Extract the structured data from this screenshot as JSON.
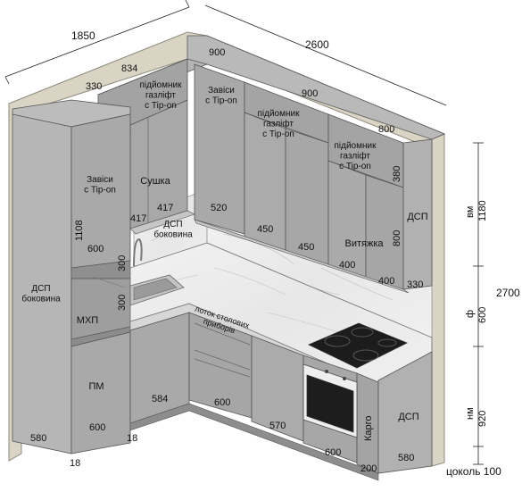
{
  "dimensions": {
    "left_wall": "1850",
    "right_wall": "2600",
    "total_height": "2700",
    "upper_height": "1180",
    "upper_note": "вм",
    "gap_height": "600",
    "gap_note": "ф",
    "lower_height": "920",
    "lower_note": "нм",
    "plinth": "цоколь 100"
  },
  "tall_unit": {
    "width": "580",
    "depth_top": "330",
    "door_height": "1108",
    "hinges": "Завіси\nс Tip-on",
    "side": "ДСП\nбоковина",
    "shelf": "600",
    "oven_niche": "МХП",
    "fridge": "ПМ",
    "fridge_w": "600",
    "panel_thickness_left": "18",
    "panel_thickness_right": "18"
  },
  "upper_left": {
    "width": "834",
    "lift": "підйомник\nгазліфт\nс Tip-on",
    "dryer": "Сушка",
    "door_left": "417",
    "door_right": "417",
    "side_panel": "ДСП\nбоковина",
    "side_a": "300",
    "side_b": "300"
  },
  "upper_corner": {
    "width": "900",
    "hinges": "Завіси\nс Tip-on",
    "door_w": "520"
  },
  "upper_mid": {
    "width": "900",
    "lift": "підйомник\nгазліфт\nс Tip-on",
    "door_a": "450",
    "door_b": "450"
  },
  "upper_right": {
    "width": "800",
    "lift": "підйомник\nгазліфт\nс Tip-on",
    "hood": "Витяжка",
    "hood_h": "800",
    "side_h": "380",
    "door_a": "400",
    "door_b": "400",
    "side_panel": "ДСП",
    "side_depth": "330"
  },
  "lower": {
    "sink_w": "584",
    "cutlery": "лоток столових\nприборів",
    "drawers_w": "600",
    "corner_w": "570",
    "oven_w": "600",
    "cargo": "Карго",
    "cargo_w": "200",
    "side_panel": "ДСП",
    "side_depth": "580"
  }
}
